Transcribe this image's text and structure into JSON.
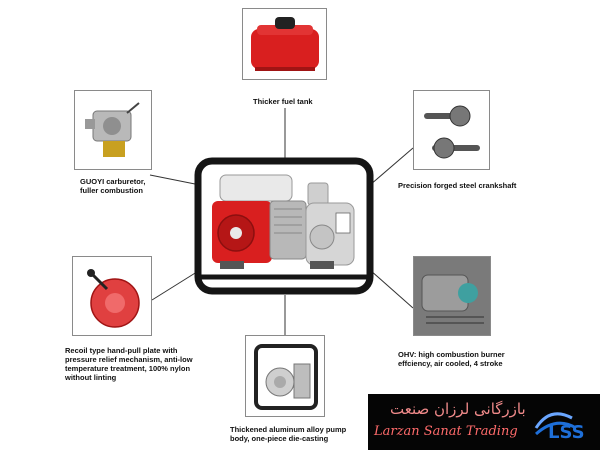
{
  "features": [
    {
      "id": "fuel_tank",
      "caption": "Thicker fuel tank",
      "icon": "fuel-tank-photo"
    },
    {
      "id": "carburetor",
      "caption_lines": [
        "GUOYI carburetor,",
        "fuller combustion"
      ],
      "icon": "carburetor-photo"
    },
    {
      "id": "crankshaft",
      "caption": "Precision forged steel crankshaft",
      "icon": "crankshaft-photo"
    },
    {
      "id": "recoil",
      "caption_lines": [
        "Recoil type hand-pull plate with",
        "pressure relief mechanism, anti-low",
        "temperature treatment, 100% nylon",
        "without linting"
      ],
      "icon": "recoil-starter-photo"
    },
    {
      "id": "ohv",
      "caption_lines": [
        "OHV: high combustion burner",
        "effciency, air cooled, 4 stroke"
      ],
      "icon": "engine-valve-photo"
    },
    {
      "id": "pump_body",
      "caption_lines": [
        "Thickened aluminum alloy pump",
        "body, one-piece die-casting"
      ],
      "icon": "pump-body-photo"
    }
  ],
  "logo": {
    "persian_text": "بازرگانی لرزان صنعت",
    "english_text": "Larzan Sanat Trading",
    "mark_text": "LSS"
  },
  "colors": {
    "pump_red": "#d91f1f",
    "frame_black": "#151515",
    "logo_bg": "#050505",
    "logo_text": "#ff6b6b",
    "logo_blue": "#1e6fd9"
  }
}
